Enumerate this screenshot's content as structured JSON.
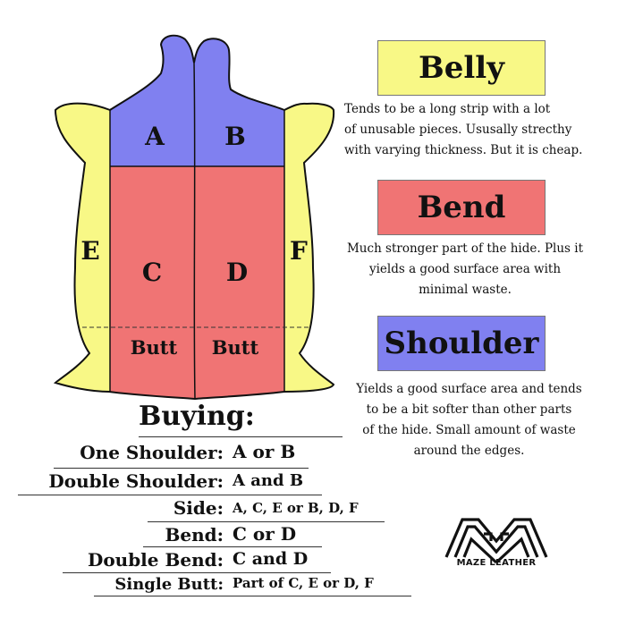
{
  "diagram": {
    "regions": {
      "a": "A",
      "b": "B",
      "c": "C",
      "d": "D",
      "e": "E",
      "f": "F",
      "butt_left": "Butt",
      "butt_right": "Butt"
    },
    "colors": {
      "shoulder": "#8080f0",
      "bend": "#f07474",
      "belly": "#f8f886",
      "outline": "#111111"
    }
  },
  "legend": [
    {
      "title": "Belly",
      "color": "#f8f886",
      "description": [
        "Tends to be a long strip with a lot",
        "of unusable pieces. Ususally strecthy",
        "with varying thickness. But it is cheap."
      ]
    },
    {
      "title": "Bend",
      "color": "#f07474",
      "description": [
        "Much stronger part of the hide. Plus it",
        "yields a good surface area with",
        "minimal waste."
      ]
    },
    {
      "title": "Shoulder",
      "color": "#8080f0",
      "description": [
        "Yields a good surface area and tends",
        "to be a bit softer than other parts",
        "of the hide. Small amount of waste",
        "around the edges."
      ]
    }
  ],
  "buying": {
    "title": "Buying:",
    "rows": [
      {
        "label": "One Shoulder:",
        "value": "A or B"
      },
      {
        "label": "Double Shoulder:",
        "value": "A and B"
      },
      {
        "label": "Side:",
        "value": "A, C, E or B, D, F"
      },
      {
        "label": "Bend:",
        "value": "C or D"
      },
      {
        "label": "Double Bend:",
        "value": "C and D"
      },
      {
        "label": "Single Butt:",
        "value": "Part of C, E or D, F"
      }
    ]
  },
  "logo": {
    "text": "MAZE LEATHER",
    "icon": "maze-m-logo-icon"
  }
}
